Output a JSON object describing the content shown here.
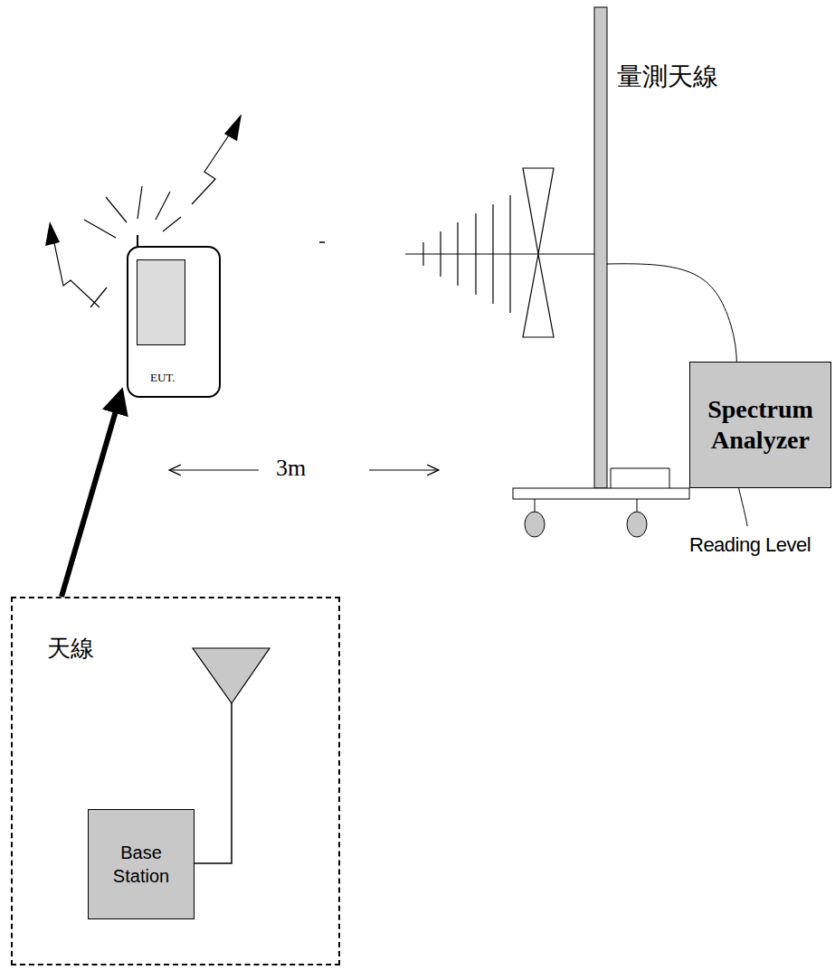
{
  "diagram": {
    "nodes": [
      {
        "text": [
          "EUT."
        ]
      },
      {
        "text": [
          "Spectrum Analyzer"
        ]
      },
      {
        "text": [
          "天線"
        ]
      },
      {
        "text": [
          "Base Station"
        ],
        "in": 2
      }
    ],
    "edges": [
      {
        "from": 2,
        "to": 0,
        "arrow": "to"
      }
    ],
    "labels": [
      "量測天線",
      "3m",
      "Reading Level"
    ]
  }
}
